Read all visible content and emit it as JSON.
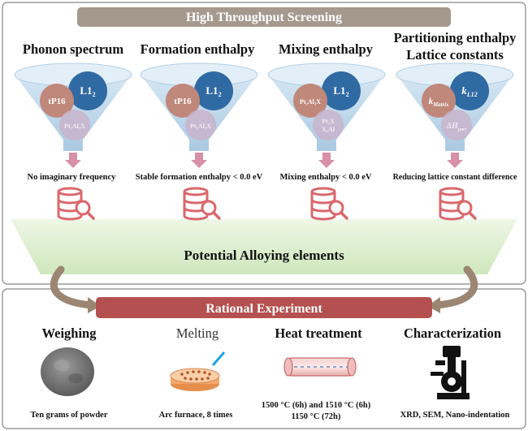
{
  "top_panel": {
    "header": "High Throughput Screening",
    "columns": [
      {
        "title": "Phonon spectrum",
        "title2": "",
        "circle_left": "tP16",
        "circle_right": "L1",
        "circle_right_sub": "2",
        "circle_bottom": "Pt₂Al₃X",
        "criterion": "No imaginary frequency"
      },
      {
        "title": "Formation enthalpy",
        "title2": "",
        "circle_left": "tP16",
        "circle_right": "L1",
        "circle_right_sub": "2",
        "circle_bottom": "Pt₂Al₃X",
        "criterion": "Stable formation enthalpy < 0.0 eV"
      },
      {
        "title": "Mixing enthalpy",
        "title2": "",
        "circle_left": "Pt₂Al₃X",
        "circle_right": "L1",
        "circle_right_sub": "2",
        "circle_bottom": "Pt₃X",
        "circle_bottom2": "X₃Al",
        "criterion": "Mixing enthalpy  < 0.0 eV"
      },
      {
        "title": "Partitioning enthalpy",
        "title2": "Lattice constants",
        "circle_left": "k",
        "circle_left_sub": "Matrix",
        "circle_right": "k",
        "circle_right_sub": "L12",
        "circle_bottom": "ΔH",
        "circle_bottom_sub": "part",
        "criterion": "Reducing lattice constant difference"
      }
    ],
    "result_label": "Potential Alloying elements"
  },
  "bottom_panel": {
    "header": "Rational Experiment",
    "steps": [
      {
        "title": "Weighing",
        "caption": "Ten grams of powder",
        "caption2": ""
      },
      {
        "title": "Melting",
        "caption": "Arc furnace, 8 times",
        "caption2": ""
      },
      {
        "title": "Heat treatment",
        "caption": "1500 °C (6h) and 1510 °C (6h)",
        "caption2": "1150 °C (72h)"
      },
      {
        "title": "Characterization",
        "caption": "XRD, SEM, Nano-indentation",
        "caption2": ""
      }
    ]
  },
  "colors": {
    "header_top": "#a5998e",
    "header_bottom": "#b4504f",
    "funnel": "#bcd7ea",
    "circle_left": "#c0877b",
    "circle_right": "#2f6aa3",
    "circle_bottom": "#c9b4cb",
    "arrow_pink": "#d88fa8",
    "db_icon": "#d9686c",
    "result_band": "#d9edc9",
    "curve_arrow": "#9a8672"
  },
  "icons": [
    "database-search-icon",
    "powder-icon",
    "arc-furnace-icon",
    "tube-furnace-icon",
    "microscope-icon"
  ]
}
